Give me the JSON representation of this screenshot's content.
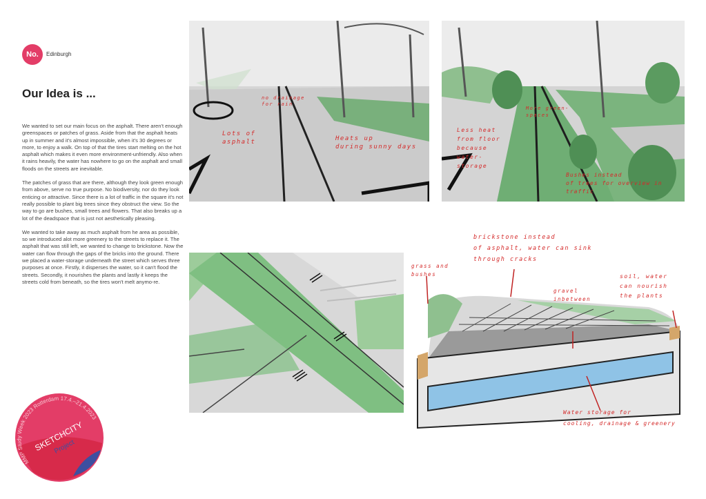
{
  "header": {
    "badge": "No.",
    "city": "Edinburgh"
  },
  "title": "Our Idea is ...",
  "paragraphs": [
    "We wanted to set our main focus on the asphalt. There aren't enough greenspaces or patches of grass. Aside from that the asphalt heats up in summer and it's almost impossible, when it's 30 degrees or more, to enjoy a walk. On top of that the tires start melting on the hot asphalt which makes it even more environment-unfriendly. Also when it rains heavily, the water has nowhere to go on the asphalt and small floods on the streets are inevitable.",
    "The patches of grass that are there, although they look green enough from above, serve no true purpose. No biodiversity, nor do they look enticing or attractive. Since there is a lot of traffic in the square it's not really possible to plant big trees since they obstruct the view. So the way to go are bushes, small trees and flowers. That also breaks up a lot of the deadspace that is just not aesthetically pleasing.",
    "We wanted to take away as much asphalt from he area as possible, so we introduced alot more greenery to the streets to replace it. The asphalt that was still left, we wanted to change to brickstone. Now the water can flow through the gaps of the bricks into the ground. There we placed a water-storage underneath the street which serves three purposes at once. Firstly, it disperses the water, so it can't flood the streets. Secondly, it nourishes the plants and lastly it keeps the streets cold from beneath, so the tires won't melt anymo-re."
  ],
  "sketch_before": {
    "notes": [
      "no drainage\nfor rain",
      "Lots of\nasphalt",
      "Heats up\nduring sunny days"
    ]
  },
  "sketch_after": {
    "notes": [
      "More green-\nspaces",
      "Less heat\nfrom floor\nbecause\nwater-\nstorage",
      "Bushes instead\nof trees for overview in\ntraffic"
    ]
  },
  "section_sketch": {
    "notes": [
      "brickstone instead\nof asphalt, water can sink\nthrough cracks",
      "grass and\nbushes",
      "gravel\ninbetween",
      "soil, water\ncan nourish\nthe plants",
      "Water storage for\ncooling, drainage & greenery"
    ]
  },
  "sticker": {
    "ring_text": "MMP Study Week 2023  Rotterdam 17.4.–21.4.2023",
    "main": "SKETCHCITY",
    "sub": "Project"
  },
  "colors": {
    "accent": "#e33d67",
    "green": "#6fae74",
    "asphalt": "#c9c9c9",
    "note": "#d42a2a",
    "water": "#8fc3e6"
  }
}
